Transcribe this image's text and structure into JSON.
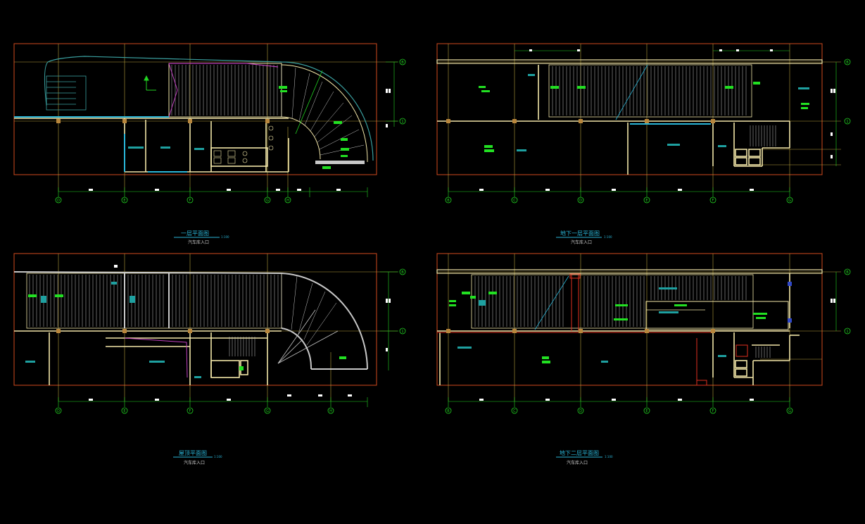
{
  "drawings": [
    {
      "id": "ground-floor-plan",
      "title": "一层平面图",
      "scale": "1:100",
      "subtitle": "汽车库入口",
      "bottom_axes": [
        "D",
        "E",
        "F",
        "G",
        "H"
      ],
      "right_axes": [
        "B",
        "1"
      ]
    },
    {
      "id": "basement-1-plan",
      "title": "地下一层平面图",
      "scale": "1:100",
      "subtitle": "汽车库入口",
      "bottom_axes": [
        "B",
        "C",
        "D",
        "E",
        "F",
        "G"
      ],
      "right_axes": [
        "B",
        "1"
      ]
    },
    {
      "id": "roof-plan",
      "title": "屋顶平面图",
      "scale": "1:100",
      "subtitle": "汽车库入口",
      "bottom_axes": [
        "D",
        "E",
        "F",
        "G",
        "H"
      ],
      "right_axes": [
        "B",
        "1"
      ]
    },
    {
      "id": "basement-2-plan",
      "title": "地下二层平面图",
      "scale": "1:100",
      "subtitle": "汽车库入口",
      "bottom_axes": [
        "B",
        "C",
        "D",
        "E",
        "F",
        "G"
      ],
      "right_axes": [
        "B",
        "1"
      ]
    }
  ],
  "colors": {
    "background": "#000000",
    "frame": "#d04a1e",
    "axis_grid": "#b8a23c",
    "dimension": "#22d422",
    "wall": "#f2e6a8",
    "hatch": "#c8c8c8",
    "curve": "#3aa0a0",
    "label_green": "#22e022",
    "cyan_line": "#2ab6d8",
    "magenta": "#c040c0",
    "red": "#e03020",
    "label_text": "#1ea0a0",
    "title_line": "#2ab6d8"
  }
}
